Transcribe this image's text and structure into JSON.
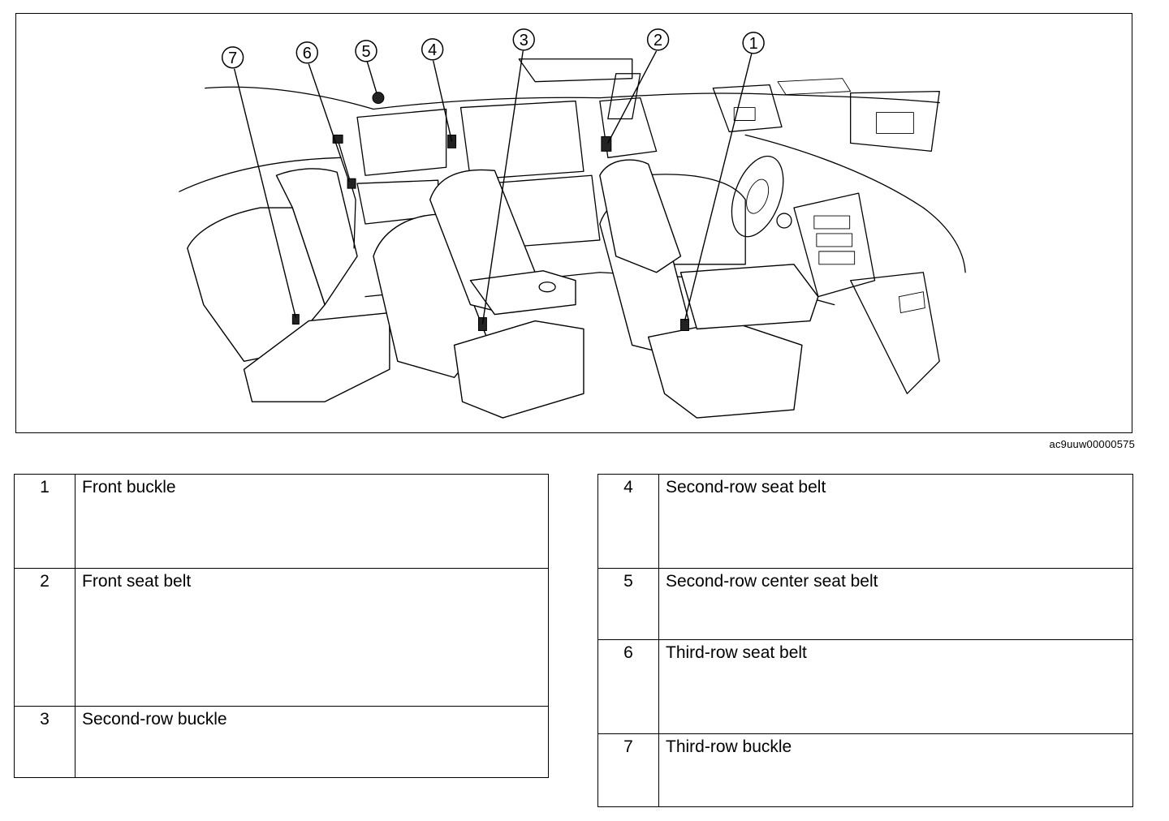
{
  "figure": {
    "image_id_label": "ac9uuw00000575",
    "callouts": [
      {
        "num": "1"
      },
      {
        "num": "2"
      },
      {
        "num": "3"
      },
      {
        "num": "4"
      },
      {
        "num": "5"
      },
      {
        "num": "6"
      },
      {
        "num": "7"
      }
    ]
  },
  "legend_left": [
    {
      "num": "1",
      "label": "Front buckle"
    },
    {
      "num": "2",
      "label": "Front seat belt"
    },
    {
      "num": "3",
      "label": "Second-row buckle"
    }
  ],
  "legend_right": [
    {
      "num": "4",
      "label": "Second-row seat belt"
    },
    {
      "num": "5",
      "label": "Second-row center seat belt"
    },
    {
      "num": "6",
      "label": "Third-row seat belt"
    },
    {
      "num": "7",
      "label": "Third-row buckle"
    }
  ]
}
